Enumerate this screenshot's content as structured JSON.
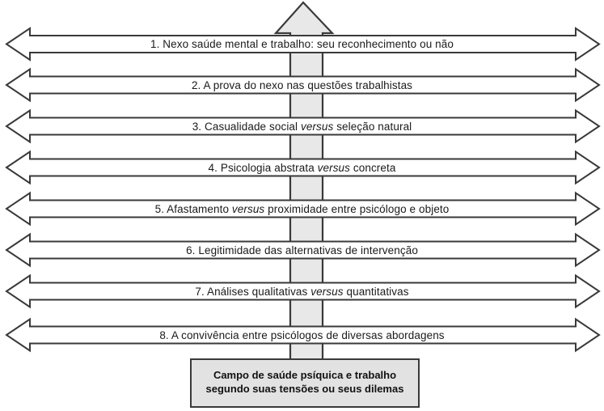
{
  "diagram": {
    "title_text": "Campo de saude psiquica e trabalho segundo suas tensoes ou seus dilemas",
    "colors": {
      "shaft_fill": "#e8e8e8",
      "arrow_fill": "#ffffff",
      "stroke": "#3a3a3a",
      "box_fill": "#e2e2e2",
      "background": "#ffffff",
      "text": "#1a1a1a"
    },
    "vertical_arrow": {
      "name": "upward-synthesis-arrow",
      "direction": "up"
    },
    "rows": [
      {
        "number": "1.",
        "pre": "1. Nexo saúde mental e trabalho: seu reconhecimento ou não",
        "italic": "",
        "post": ""
      },
      {
        "number": "2.",
        "pre": "2. A prova do nexo nas questões trabalhistas",
        "italic": "",
        "post": ""
      },
      {
        "number": "3.",
        "pre": "3. Casualidade social ",
        "italic": "versus",
        "post": " seleção natural"
      },
      {
        "number": "4.",
        "pre": "4. Psicologia abstrata ",
        "italic": "versus",
        "post": " concreta"
      },
      {
        "number": "5.",
        "pre": "5. Afastamento ",
        "italic": "versus",
        "post": " proximidade entre psicólogo e objeto"
      },
      {
        "number": "6.",
        "pre": "6. Legitimidade das alternativas de intervenção",
        "italic": "",
        "post": ""
      },
      {
        "number": "7.",
        "pre": "7. Análises qualitativas ",
        "italic": "versus",
        "post": " quantitativas"
      },
      {
        "number": "8.",
        "pre": "8. A convivência entre psicólogos de diversas abordagens",
        "italic": "",
        "post": ""
      }
    ],
    "bottom_box": {
      "line1": "Campo de saúde psíquica e trabalho",
      "line2": "segundo suas tensões ou seus dilemas"
    }
  }
}
